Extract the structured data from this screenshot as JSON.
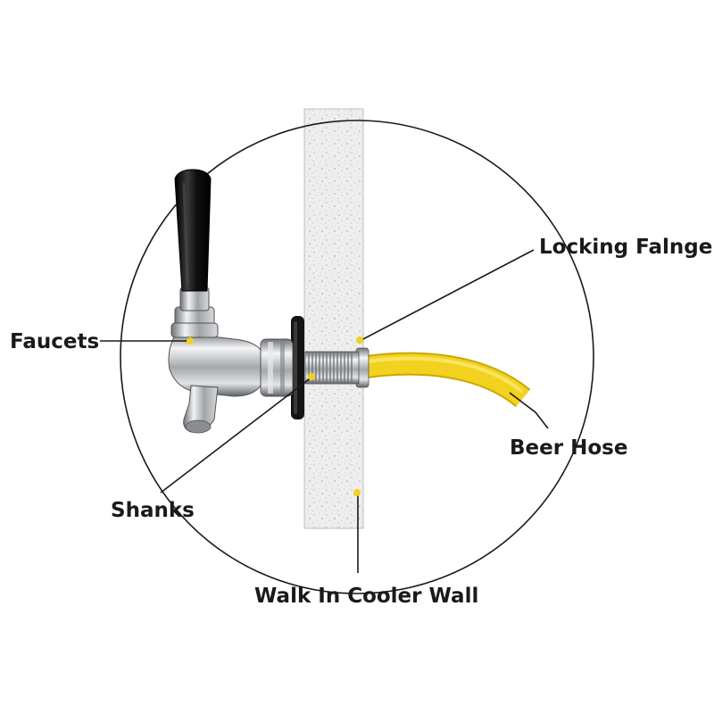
{
  "diagram": {
    "labels": {
      "locking_flange": "Locking Falnge",
      "faucets": "Faucets",
      "beer_hose": "Beer Hose",
      "shanks": "Shanks",
      "walk_in_cooler_wall": "Walk In Cooler Wall"
    },
    "colors": {
      "marker": "#f2d21b",
      "hose": "#f3d21f",
      "hose_edge": "#c9a800",
      "outline": "#1a1a1a",
      "wall": "#eeeeee",
      "handle": "#151515",
      "steel": "#b9bcc0"
    }
  }
}
